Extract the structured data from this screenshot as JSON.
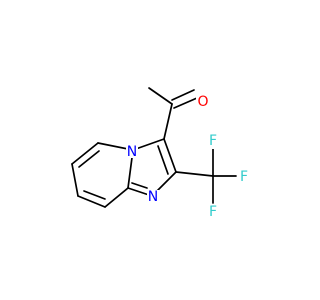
{
  "molecule": {
    "atoms": [
      {
        "symbol": "O",
        "color": "#ff0000"
      },
      {
        "symbol": "N",
        "color": "#0000ff"
      },
      {
        "symbol": "N",
        "color": "#0000ff"
      },
      {
        "symbol": "F",
        "color": "#33cccc"
      },
      {
        "symbol": "F",
        "color": "#33cccc"
      },
      {
        "symbol": "F",
        "color": "#33cccc"
      }
    ]
  }
}
